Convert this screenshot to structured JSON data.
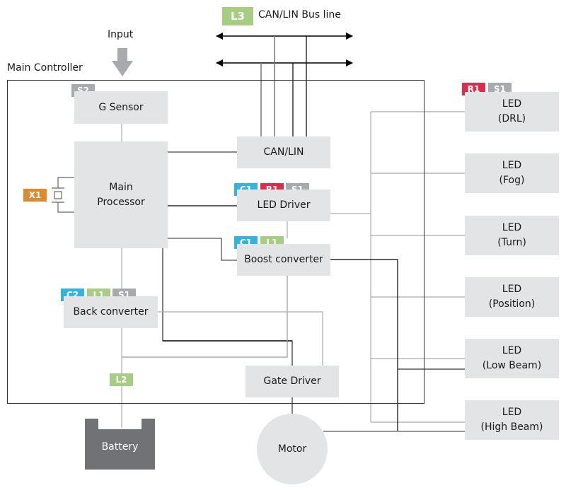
{
  "title": "Main Controller",
  "input_label": "Input",
  "bus": {
    "tag": "L3",
    "label": "CAN/LIN Bus line"
  },
  "colors": {
    "C": "#36b3dc",
    "R": "#d7304f",
    "S": "#a8aaad",
    "L": "#a7cc83",
    "X": "#df8a2d",
    "box": "#e3e4e6",
    "battery": "#707276"
  },
  "blocks": {
    "g_sensor": {
      "label": "G Sensor",
      "tags": [
        "S2"
      ]
    },
    "main_processor": {
      "label": "Main\nProcessor",
      "line1": "Main",
      "line2": "Processor"
    },
    "crystal": {
      "tag": "X1"
    },
    "can_lin": {
      "label": "CAN/LIN"
    },
    "led_driver": {
      "label": "LED Driver",
      "tags": [
        "C1",
        "R1",
        "S1"
      ]
    },
    "boost_converter": {
      "label": "Boost converter",
      "tags": [
        "C1",
        "L1"
      ]
    },
    "back_converter": {
      "label": "Back converter",
      "tags": [
        "C2",
        "L1",
        "S1"
      ]
    },
    "gate_driver": {
      "label": "Gate Driver"
    },
    "battery": {
      "label": "Battery",
      "tag": "L2"
    },
    "motor": {
      "label": "Motor"
    }
  },
  "leds": [
    {
      "line1": "LED",
      "line2": "(DRL)",
      "tags": [
        "R1",
        "S1"
      ]
    },
    {
      "line1": "LED",
      "line2": "(Fog)",
      "tags": []
    },
    {
      "line1": "LED",
      "line2": "(Turn)",
      "tags": []
    },
    {
      "line1": "LED",
      "line2": "(Position)",
      "tags": []
    },
    {
      "line1": "LED",
      "line2": "(Low Beam)",
      "tags": []
    },
    {
      "line1": "LED",
      "line2": "(High Beam)",
      "tags": []
    }
  ]
}
